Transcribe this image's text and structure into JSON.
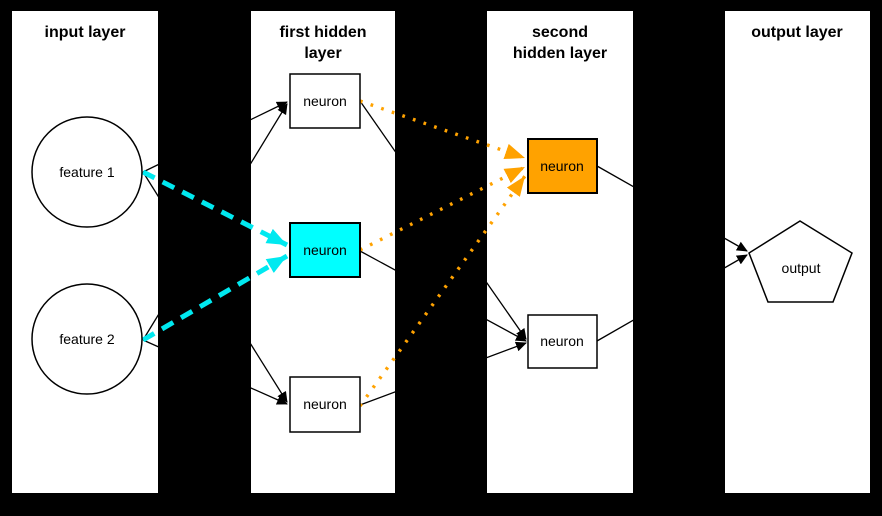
{
  "diagram": {
    "type": "neural-network-layers",
    "columns": [
      {
        "id": "input-layer",
        "title_line1": "input layer",
        "title_line2": ""
      },
      {
        "id": "first-hidden-layer",
        "title_line1": "first hidden",
        "title_line2": "layer"
      },
      {
        "id": "second-hidden-layer",
        "title_line1": "second",
        "title_line2": "hidden layer"
      },
      {
        "id": "output-layer",
        "title_line1": "output layer",
        "title_line2": ""
      }
    ],
    "nodes": {
      "feature1": {
        "label": "feature 1",
        "shape": "circle",
        "fill": "white"
      },
      "feature2": {
        "label": "feature 2",
        "shape": "circle",
        "fill": "white"
      },
      "h1_top": {
        "label": "neuron",
        "shape": "rect",
        "fill": "white"
      },
      "h1_mid": {
        "label": "neuron",
        "shape": "rect",
        "fill": "cyan"
      },
      "h1_bottom": {
        "label": "neuron",
        "shape": "rect",
        "fill": "white"
      },
      "h2_top": {
        "label": "neuron",
        "shape": "rect",
        "fill": "orange"
      },
      "h2_bottom": {
        "label": "neuron",
        "shape": "rect",
        "fill": "white"
      },
      "output": {
        "label": "output",
        "shape": "pentagon",
        "fill": "white"
      }
    },
    "colors": {
      "background": "#000000",
      "panel": "#ffffff",
      "node_cyan": "#00ffff",
      "node_orange": "#ffa200",
      "arrow_cyan": "#00e9f0",
      "arrow_orange": "#ffa200"
    }
  }
}
